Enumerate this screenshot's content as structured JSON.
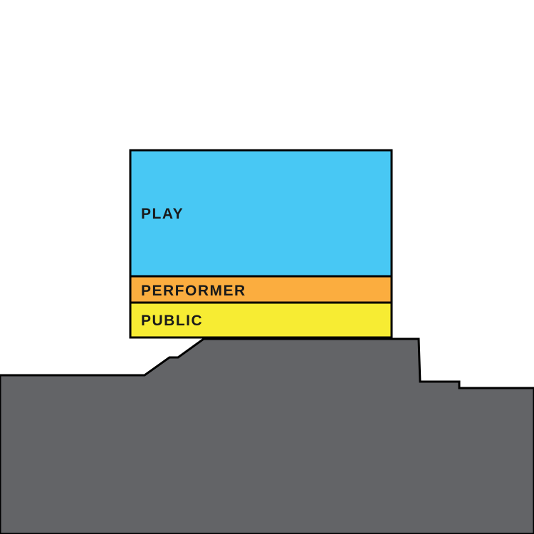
{
  "diagram": {
    "layers": [
      {
        "key": "play",
        "label": "PLAY",
        "color": "#48c8f4"
      },
      {
        "key": "performer",
        "label": "PERFORMER",
        "color": "#fbad3f"
      },
      {
        "key": "public",
        "label": "PUBLIC",
        "color": "#f7ec33"
      }
    ],
    "terrain_color": "#636467",
    "outline_color": "#000000",
    "background_color": "#ffffff"
  }
}
